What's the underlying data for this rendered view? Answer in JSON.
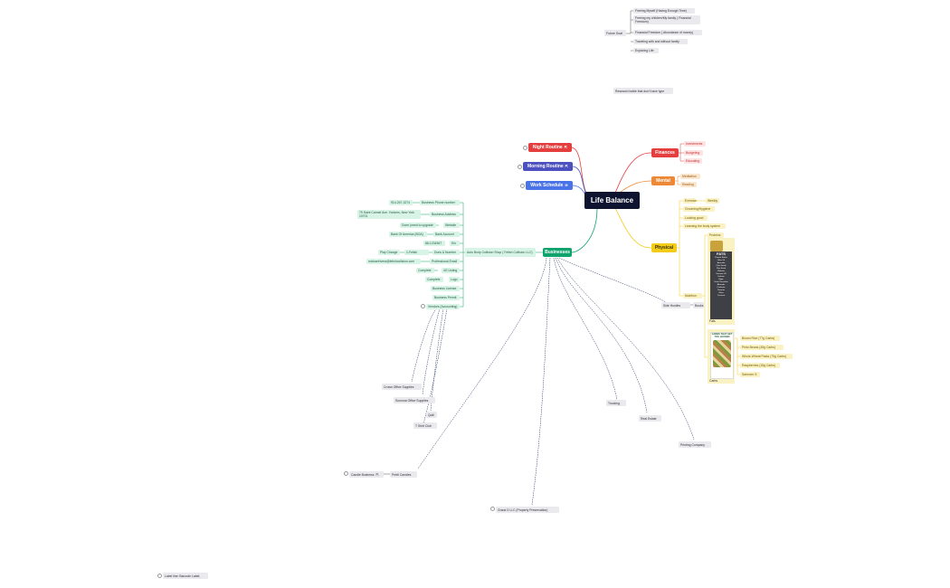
{
  "center": "Life Balance",
  "routines": [
    {
      "label": "Night Routine",
      "icon": "external-link-icon",
      "color": "#e53e3e"
    },
    {
      "label": "Morning Routine",
      "icon": "external-link-icon",
      "color": "#4c51bf"
    },
    {
      "label": "Work Schedule",
      "icon": "wifi-icon",
      "color": "#4a73e8"
    }
  ],
  "future": {
    "label": "Future Goal",
    "items": [
      "Freeing Myself (Having Enough Time)",
      "Freeing my children/My family ( Financial Freedom)",
      "Financial Freedom ( Abundance of money)",
      "Traveling with and without family",
      "Exploring Life"
    ]
  },
  "research": "Research bottle that don't have type",
  "finances": {
    "label": "Finances",
    "color": "#e53e3e",
    "items": [
      "Investments",
      "Budgeting",
      "Educating"
    ]
  },
  "mental": {
    "label": "Mental",
    "color": "#ed8936",
    "items": [
      "Meditation",
      "Reading"
    ]
  },
  "physical": {
    "label": "Physical",
    "color": "#f2cc17",
    "items": [
      "Exercise",
      "Grooming/Hygiene",
      "Looking good",
      "Learning the body system"
    ],
    "exercise_sub": "Weekly",
    "nutrition": "Nutrition",
    "proteins": "Proteins",
    "fats_label": "Fats",
    "fats_image_title": "FATS",
    "fats_image_items": [
      "Peanut Butter",
      "Olive Oil",
      "Avocado",
      "Chia Seeds",
      "Flax Seed",
      "Walnuts",
      "Sesame Oil",
      "Salmon",
      "Eggs",
      "Dark Chocolate",
      "Almonds",
      "Cashews",
      "Peanuts",
      "Ghee",
      "Coconut"
    ],
    "carbs_label": "Carbs",
    "carbs_image_text": "CARBS THAT GET YOU JACKED",
    "carbs_items": [
      "Brown Rice (77g Carbs)",
      "Pinto Beans (45g Carbs)",
      "Whole-Wheat Pasta (75g Carbs)",
      "Raspberries (15g Carbs)",
      "Samoan: 5"
    ]
  },
  "businesses": {
    "label": "Businesses",
    "color": "#10a36e",
    "auto": "Auto Body Collision Shop ( Fetish Collision LLC)",
    "details": [
      {
        "value": "914-267-3274",
        "key": "Business Phone number"
      },
      {
        "value": "79 Saint Carmel Ave. Yonkers, New York 10701",
        "key": "Business Address"
      },
      {
        "value": "Done (need to upgrade",
        "key": "Website"
      },
      {
        "value": "Bank Of America (BOA)",
        "key": "Bank Account"
      },
      {
        "value": "88-1234567",
        "key": "Ein"
      },
      {
        "value": "1-Fetish",
        "key": "Duns & Number",
        "pre": "Play Change"
      },
      {
        "value": "michaelrivera@fetishcollision.com",
        "key": "Professional Email"
      },
      {
        "value": "Complete",
        "key": "4G Listing"
      },
      {
        "value": "Complete",
        "key": "Logo"
      },
      {
        "value": "",
        "key": "Business License"
      },
      {
        "value": "",
        "key": "Business Permit"
      },
      {
        "value": "",
        "key": "Vendors (Accounting)"
      }
    ],
    "sub": [
      "Crown Office Supplies",
      "Sumona Office Supplies",
      "Quill",
      "T Shirt Club",
      "Trucking",
      "Real Estate",
      "Printing Company",
      "Candle Business",
      "Pretti Candles",
      "Grand 3 LLC (Property Preservation)",
      "Side Hustles",
      "Books"
    ]
  },
  "legend": "Label line: Barcode Label,",
  "colors": {
    "center": "#0e1330",
    "gray": "#e9e9ee",
    "green_tag": "#d7f4e6"
  }
}
